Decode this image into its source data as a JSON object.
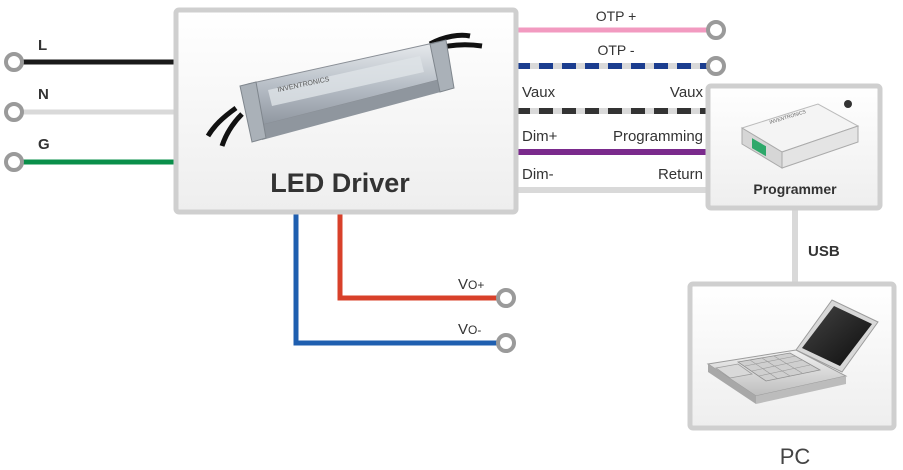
{
  "inputs": {
    "L": "L",
    "N": "N",
    "G": "G"
  },
  "driver": {
    "title": "LED Driver",
    "product_brand_text": "INVENTRONICS"
  },
  "signals": {
    "otp_plus": "OTP +",
    "otp_minus": "OTP -",
    "vaux_left": "Vaux",
    "vaux_right": "Vaux",
    "dim_plus": "Dim+",
    "programming": "Programming",
    "dim_minus": "Dim-",
    "return": "Return"
  },
  "outputs": {
    "vo_plus_main": "V",
    "vo_plus_sub": "O+",
    "vo_minus_main": "V",
    "vo_minus_sub": "O-"
  },
  "programmer": {
    "title": "Programmer",
    "product_brand_text": "INVENTRONICS"
  },
  "link": {
    "usb": "USB"
  },
  "pc": {
    "label": "PC"
  },
  "colors": {
    "wire_L": "#1a1a1a",
    "wire_N": "#d9d9d9",
    "wire_G": "#0a8f4a",
    "otp_plus": "#f29ac0",
    "otp_minus": "#1b3d8f",
    "vaux": "#333333",
    "dim_plus_programming": "#7a2a8c",
    "dim_minus_return": "#d9d9d9",
    "vo_plus": "#d8402a",
    "vo_minus": "#1f5fb0",
    "usb": "#d9d9d9"
  }
}
